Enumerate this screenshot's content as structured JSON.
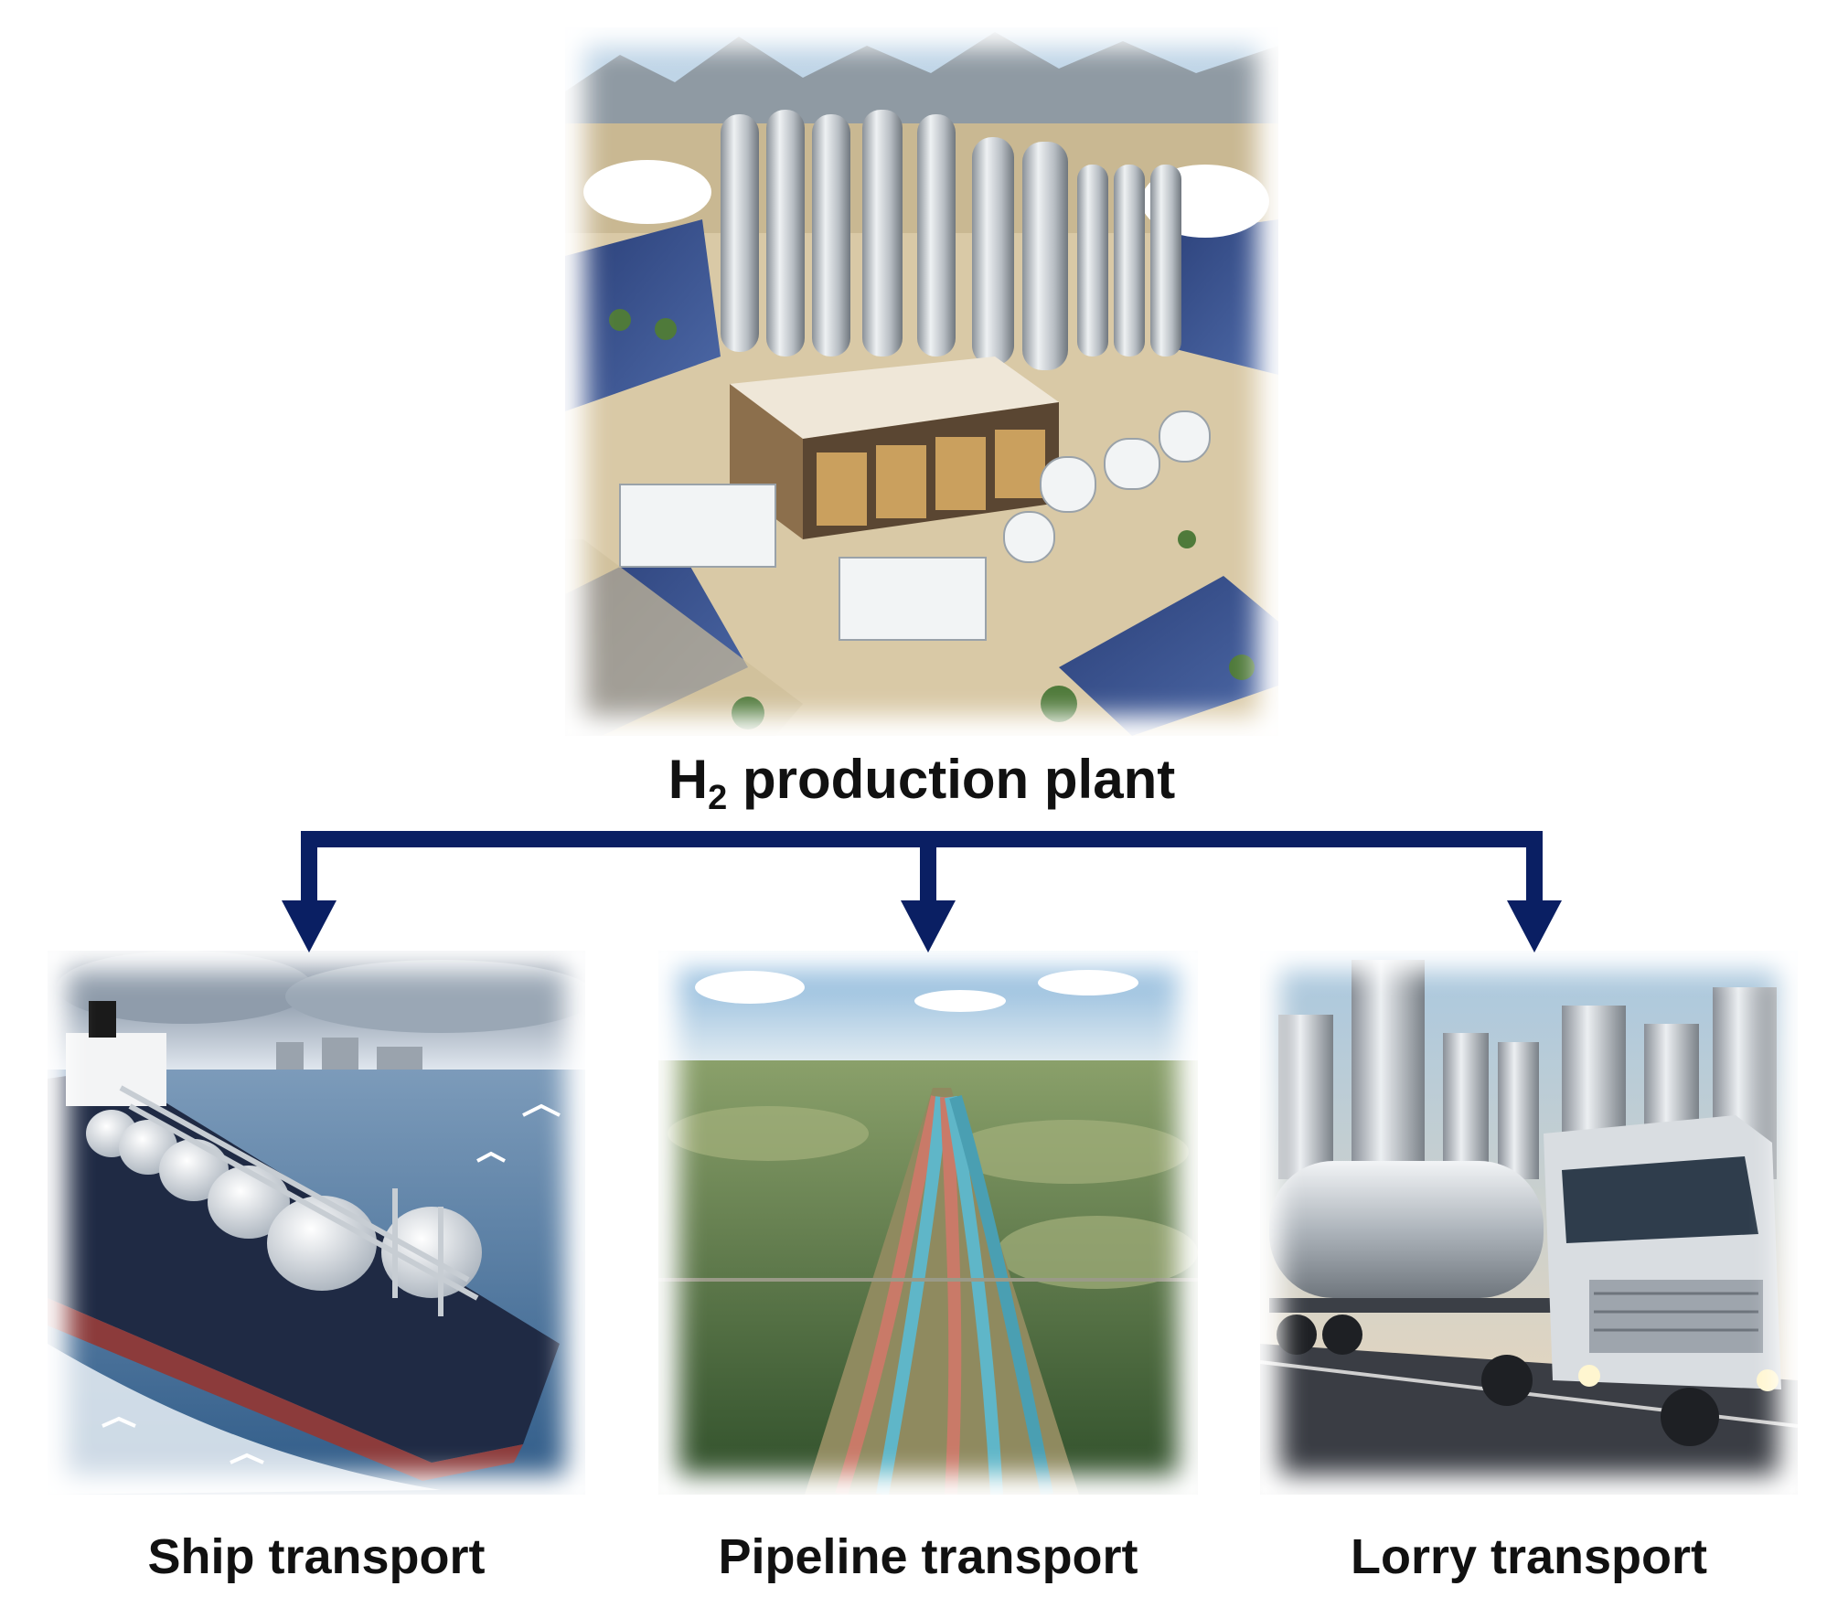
{
  "source": {
    "label": "production plant",
    "chem": "H",
    "subscript": "2"
  },
  "destinations": [
    {
      "label": "Ship transport",
      "icon": "ship-image"
    },
    {
      "label": "Pipeline transport",
      "icon": "pipeline-image"
    },
    {
      "label": "Lorry transport",
      "icon": "lorry-image"
    }
  ],
  "colors": {
    "arrow": "#0a1f63",
    "text": "#111111"
  }
}
